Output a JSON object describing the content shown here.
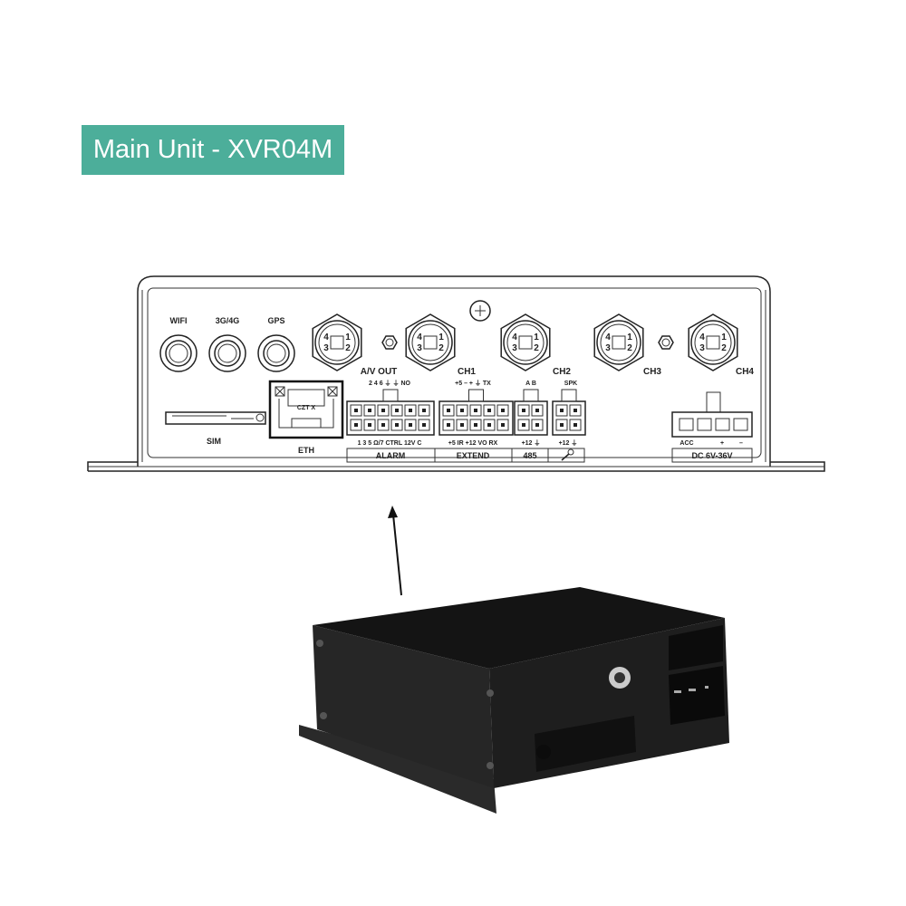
{
  "title": "Main Unit - XVR04M",
  "panel": {
    "antenna_labels": [
      "WIFI",
      "3G/4G",
      "GPS"
    ],
    "channel_labels": [
      "A/V OUT",
      "CH1",
      "CH2",
      "CH3",
      "CH4"
    ],
    "pin_labels": [
      "4",
      "1",
      "3",
      "2"
    ],
    "sim_label": "SIM",
    "eth_label": "ETH",
    "eth_jack_text": "CZT X",
    "alarm_top_pins": "2  4  6  ⏚  ⏚  NO",
    "alarm_bottom_pins": "1  3  5 Ω/7 CTRL 12V  C",
    "extend_top_pins": "+5  –  +  ⏚  TX",
    "extend_bottom_pins": "+5  IR +12 VO RX",
    "rs485_top_pins": "A   B",
    "rs485_bottom_pins": "+12 ⏚",
    "spk_top_pins": "SPK",
    "spk_bottom_pins": "+12 ⏚",
    "groups": [
      "ALARM",
      "EXTEND",
      "485"
    ],
    "mic_icon": "microphone-icon",
    "power_pins": [
      "ACC",
      "+",
      "–"
    ],
    "power_label": "DC 6V-36V"
  },
  "colors": {
    "badge": "#4cae9a",
    "device": "#1c1c1c"
  }
}
